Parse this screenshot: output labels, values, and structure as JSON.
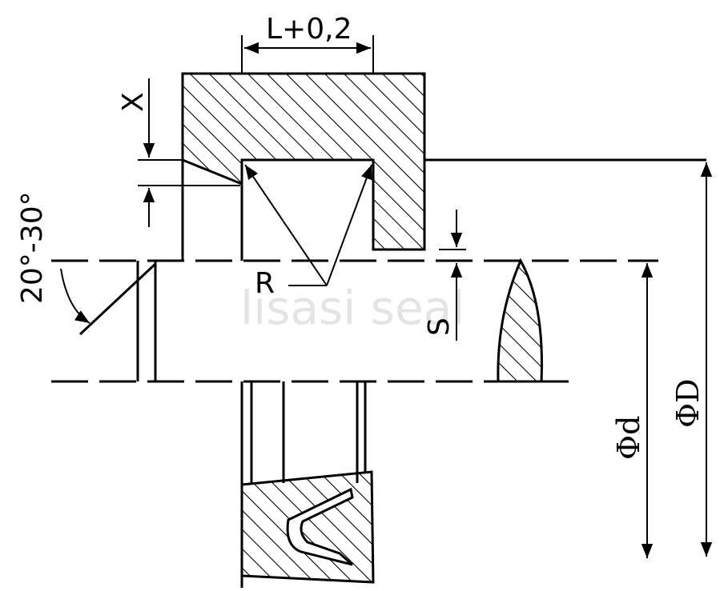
{
  "labels": {
    "dim_length": "L+0,2",
    "dim_x": "X",
    "dim_angle": "20°-30°",
    "dim_radius": "R",
    "dim_s": "S",
    "dim_d": "Φd",
    "dim_D": "ΦD"
  },
  "watermark": "lisasi seal"
}
